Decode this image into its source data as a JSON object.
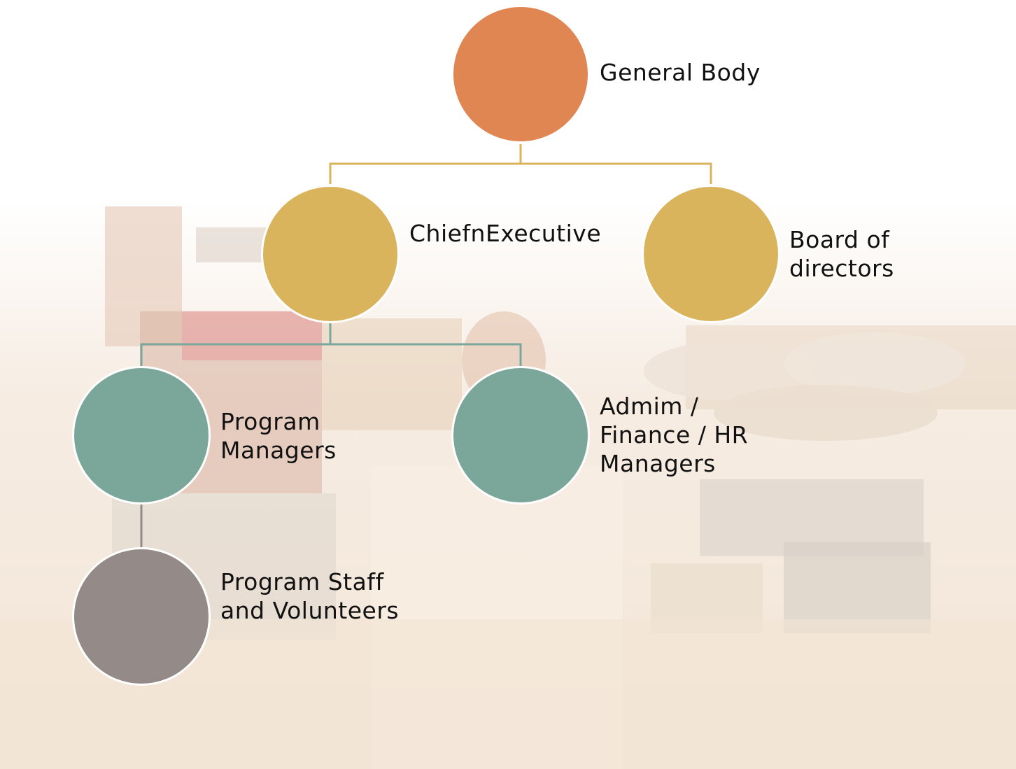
{
  "diagram": {
    "nodes": [
      {
        "id": "general-body",
        "label": "General Body",
        "color": "#df8652"
      },
      {
        "id": "chief-executive",
        "label": "ChiefnExecutive",
        "color": "#d9b45d"
      },
      {
        "id": "board-of-directors",
        "label": "Board of\ndirectors",
        "color": "#d9b45d"
      },
      {
        "id": "program-managers",
        "label": "Program\nManagers",
        "color": "#7ba79b"
      },
      {
        "id": "admin-finance-hr-managers",
        "label": "Admim /\nFinance / HR\nManagers",
        "color": "#7ba79b"
      },
      {
        "id": "program-staff-volunteers",
        "label": "Program Staff\nand Volunteers",
        "color": "#948a88"
      }
    ],
    "edges": [
      {
        "from": "general-body",
        "to": "chief-executive"
      },
      {
        "from": "general-body",
        "to": "board-of-directors"
      },
      {
        "from": "chief-executive",
        "to": "program-managers"
      },
      {
        "from": "chief-executive",
        "to": "admin-finance-hr-managers"
      },
      {
        "from": "program-managers",
        "to": "program-staff-volunteers"
      }
    ],
    "connector_colors": {
      "level1": "#d9b45d",
      "level2": "#7ba79b",
      "level3": "#948a88"
    }
  }
}
